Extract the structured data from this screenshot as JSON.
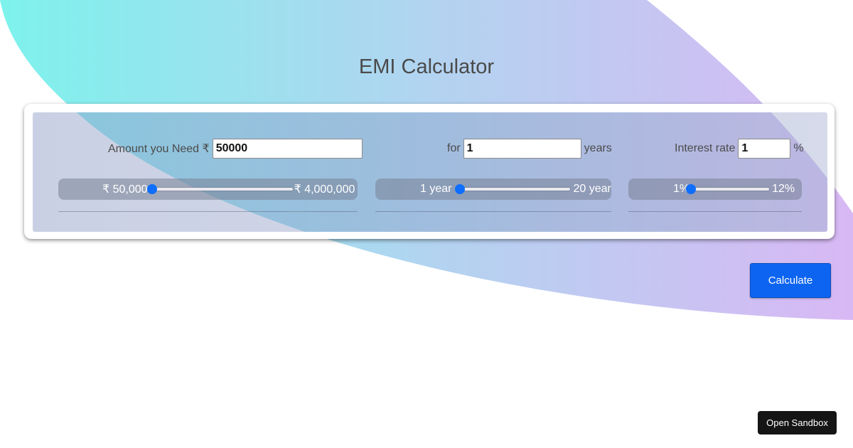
{
  "app": {
    "title": "EMI Calculator"
  },
  "colors": {
    "accent": "#0d6efd",
    "gradient_start": "#7ef2ec",
    "gradient_end": "#d8b8f4"
  },
  "amount": {
    "label": "Amount you Need ₹",
    "value": "50000",
    "slider_min_label": "₹ 50,000",
    "slider_max_label": "₹ 4,000,000",
    "slider_min": 50000,
    "slider_max": 4000000,
    "slider_value": 50000
  },
  "tenure": {
    "label": "for",
    "value": "1",
    "unit": "years",
    "slider_min_label": "1 year",
    "slider_max_label": "20 year",
    "slider_min": 1,
    "slider_max": 20,
    "slider_value": 1
  },
  "interest": {
    "label": "Interest rate",
    "value": "1",
    "unit": "%",
    "slider_min_label": "1%",
    "slider_max_label": "12%",
    "slider_min": 1,
    "slider_max": 12,
    "slider_value": 1
  },
  "actions": {
    "calculate_label": "Calculate",
    "sandbox_label": "Open Sandbox"
  }
}
